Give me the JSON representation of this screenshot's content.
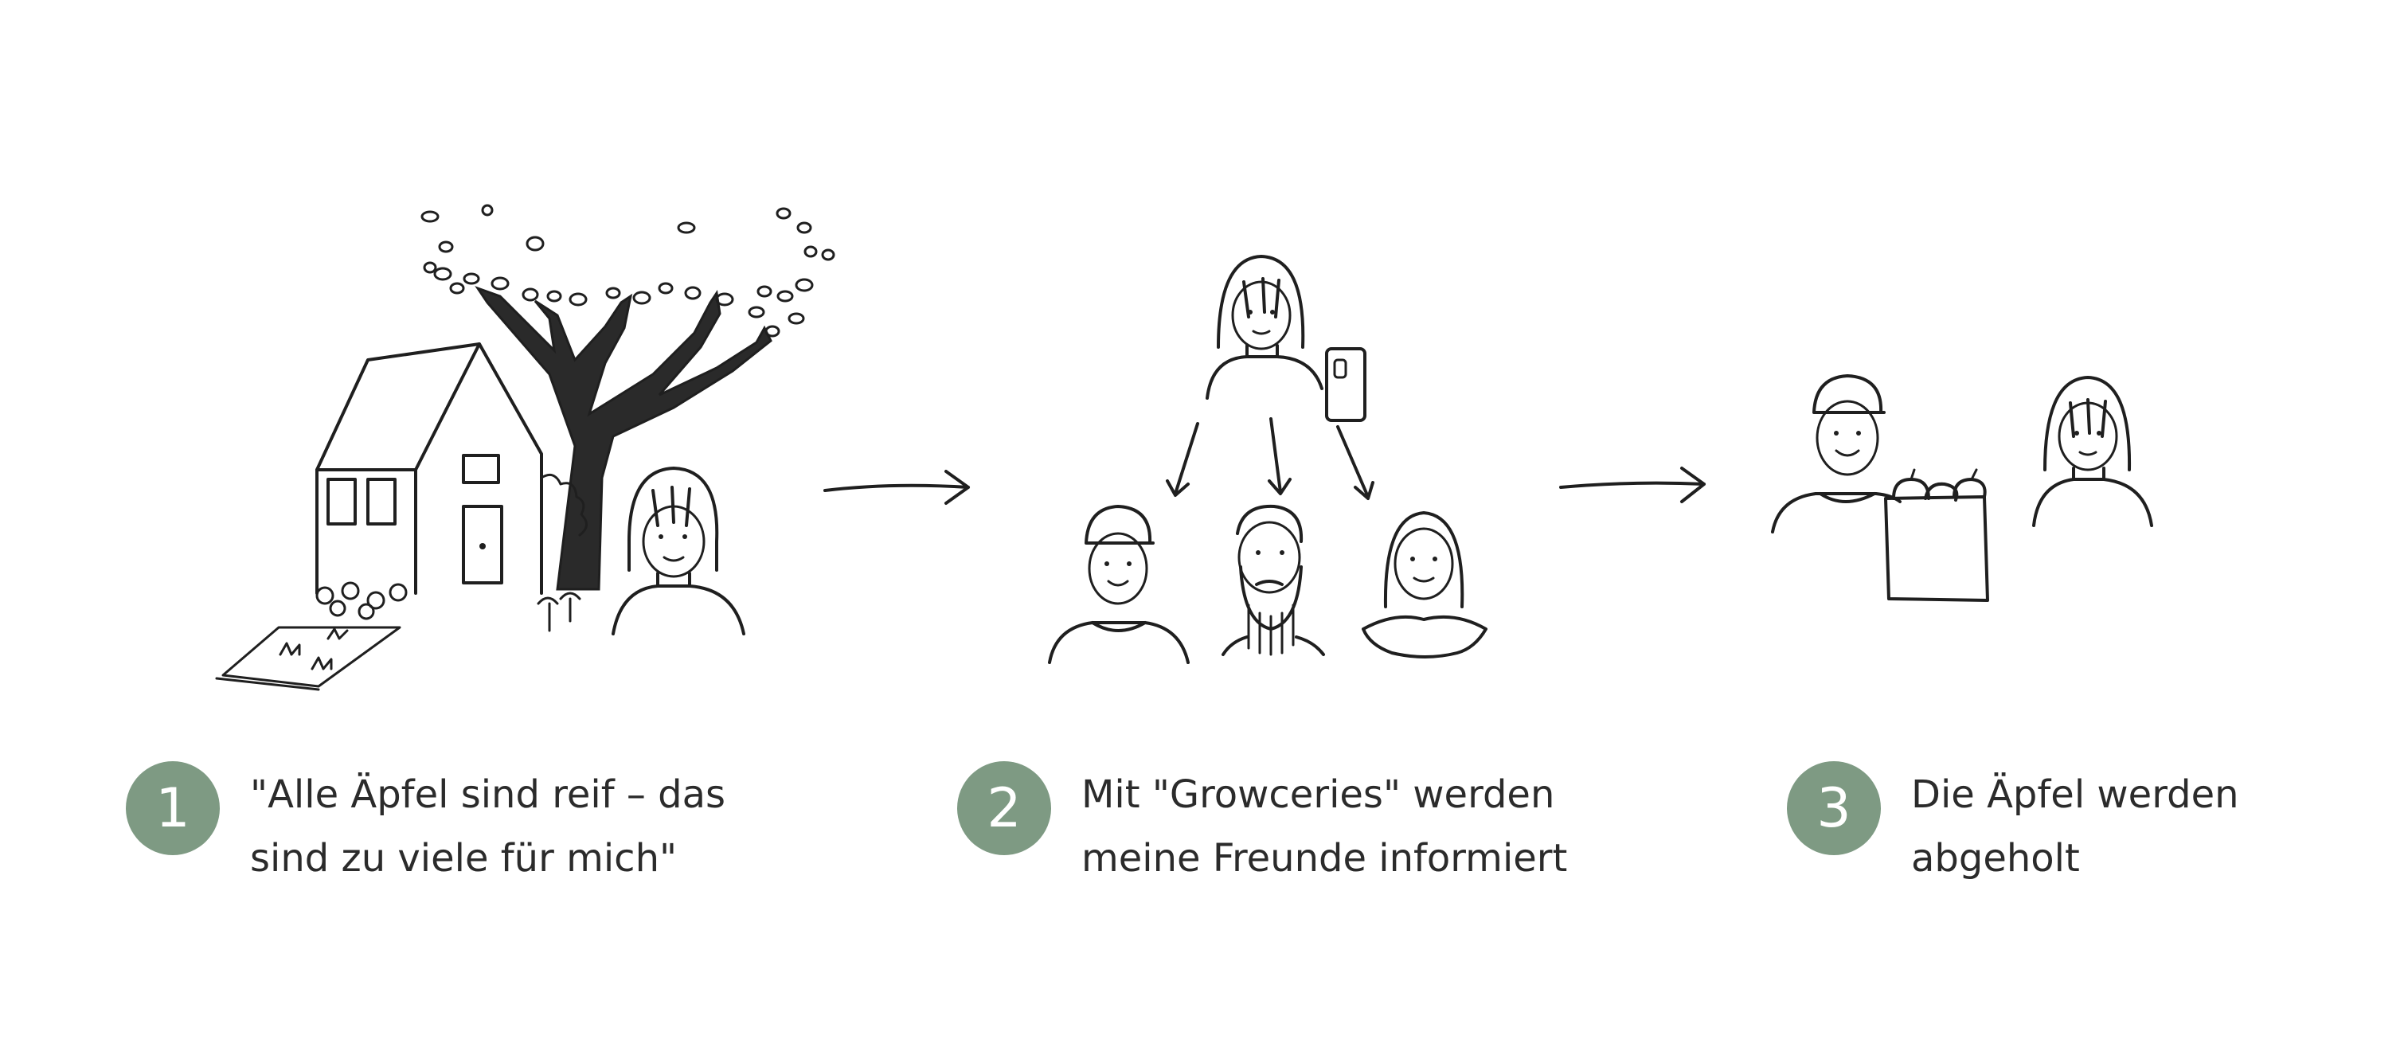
{
  "colors": {
    "badge": "#7e9a83",
    "ink": "#1f1f1f",
    "background": "#ffffff"
  },
  "steps": [
    {
      "number": "1",
      "line1": "\"Alle Äpfel sind reif –  das",
      "line2": "sind zu viele für mich\""
    },
    {
      "number": "2",
      "line1": "Mit \"Growceries\" werden",
      "line2": "meine Freunde informiert"
    },
    {
      "number": "3",
      "line1": "Die Äpfel werden",
      "line2": "abgeholt"
    }
  ],
  "icons": [
    "house-icon",
    "tree-icon",
    "woman-icon",
    "arrow-right-icon",
    "phone-icon",
    "man-cap-icon",
    "bearded-man-icon",
    "bag-of-apples-icon"
  ]
}
